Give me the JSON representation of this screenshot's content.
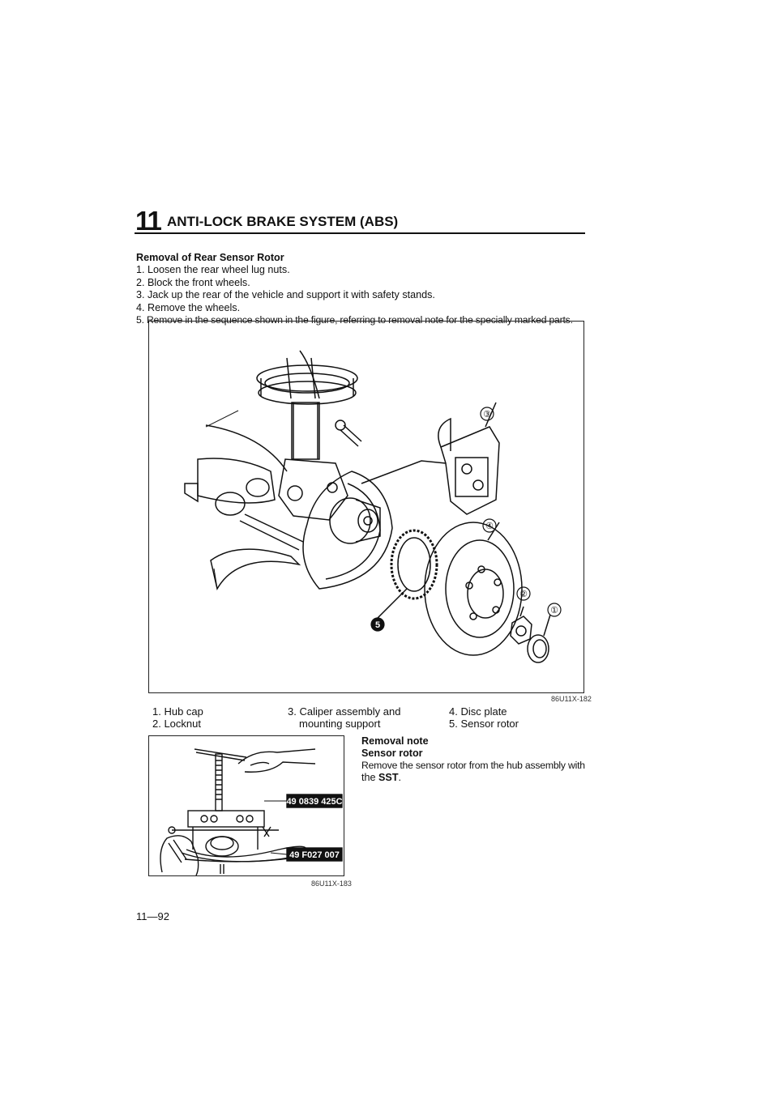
{
  "header": {
    "chapter_number": "11",
    "chapter_title": "ANTI-LOCK BRAKE SYSTEM (ABS)"
  },
  "procedure": {
    "title": "Removal of Rear Sensor Rotor",
    "steps": [
      "1. Loosen the rear wheel lug nuts.",
      "2. Block the front wheels.",
      "3. Jack up the rear of the vehicle and support it with safety stands.",
      "4. Remove the wheels.",
      "5. Remove in the sequence shown in the figure, referring to removal note for the specially marked parts."
    ]
  },
  "figure_main": {
    "callouts": [
      "①",
      "②",
      "③",
      "④",
      "5"
    ],
    "code": "86U11X-182"
  },
  "legend": {
    "items": [
      "1. Hub cap",
      "2. Locknut",
      "3. Caliper assembly and",
      "mounting support",
      "4. Disc plate",
      "5. Sensor rotor"
    ]
  },
  "figure_sst": {
    "tool_labels": [
      "49 0839 425C",
      "49 F027 007"
    ],
    "code": "86U11X-183"
  },
  "removal_note": {
    "title": "Removal note",
    "subtitle": "Sensor rotor",
    "body_line1": "Remove the sensor rotor from the hub assembly with",
    "body_line2_pre": "the ",
    "body_line2_bold": "SST",
    "body_line2_post": "."
  },
  "footer": {
    "page_number": "11—92"
  }
}
